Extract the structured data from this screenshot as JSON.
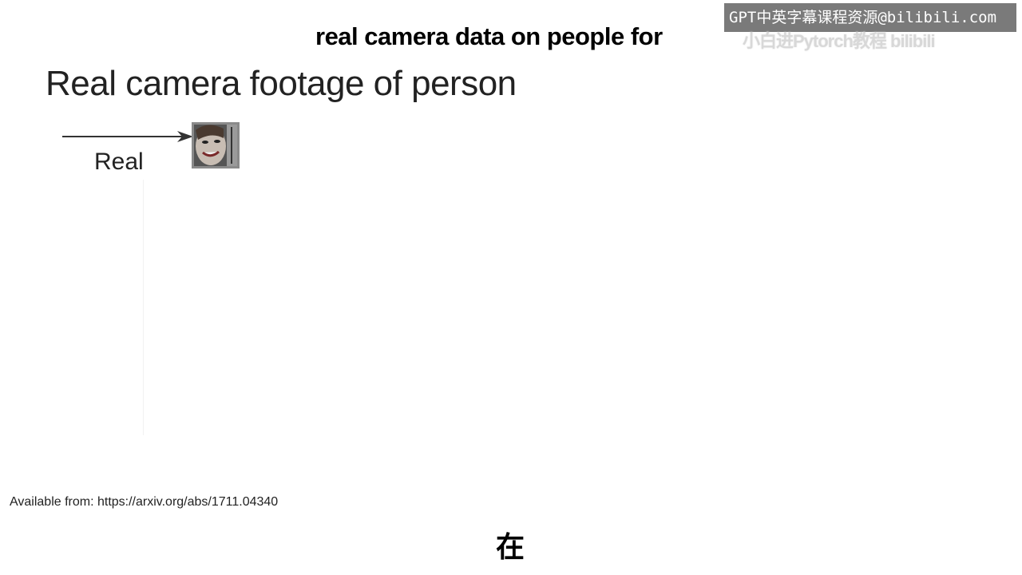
{
  "overlay": {
    "watermark": "GPT中英字幕课程资源@bilibili.com",
    "watermark_faded": "小白进Pytorch教程 bilibili",
    "subtitle_en": "real camera data on people for",
    "subtitle_zh": "在"
  },
  "slide": {
    "title": "Real camera footage of person",
    "arrow_label": "Real",
    "source": "Available from: https://arxiv.org/abs/1711.04340"
  },
  "icons": {
    "arrow": "right-arrow-icon",
    "face": "face-photo-thumbnail"
  }
}
